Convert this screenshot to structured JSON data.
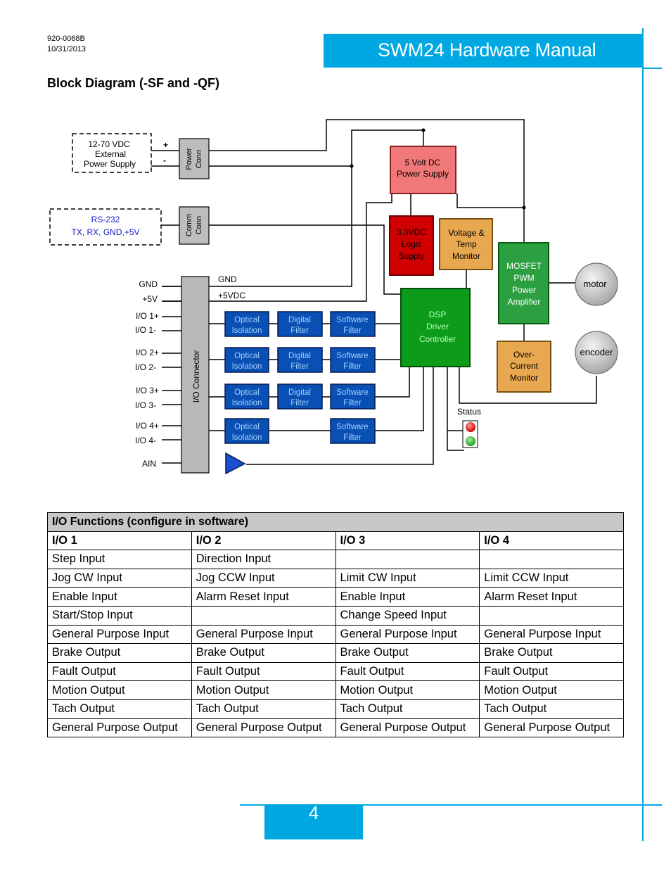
{
  "header": {
    "doc_number": "920-0068B",
    "doc_date": "10/31/2013",
    "title": "SWM24 Hardware Manual"
  },
  "section_title": "Block Diagram (-SF and -QF)",
  "colors": {
    "accent": "#00a8e1",
    "filter_blue": "#0a4fb4",
    "power_supply_red": "#f07878",
    "logic_supply_red": "#d40000",
    "monitor_orange": "#e8a850",
    "dsp_green": "#0c9c1a",
    "amplifier_green": "#2ca040",
    "connector_gray": "#b8b8b8"
  },
  "diagram": {
    "external_supply": {
      "line1": "12-70 VDC",
      "line2": "External",
      "line3": "Power Supply"
    },
    "plus_sign": "+",
    "minus_sign": "-",
    "power_conn": {
      "line1": "Power",
      "line2": "Conn"
    },
    "rs232": {
      "line1": "RS-232",
      "line2": "TX, RX, GND,+5V"
    },
    "comm_conn": {
      "line1": "Comm",
      "line2": "Conn"
    },
    "five_volt": {
      "line1": "5 Volt DC",
      "line2": "Power Supply"
    },
    "logic_supply": {
      "line1": "3.3VDC",
      "line2": "Logic",
      "line3": "Supply"
    },
    "voltage_temp": {
      "line1": "Voltage &",
      "line2": "Temp",
      "line3": "Monitor"
    },
    "mosfet": {
      "line1": "MOSFET",
      "line2": "PWM",
      "line3": "Power",
      "line4": "Amplifier"
    },
    "dsp": {
      "line1": "DSP",
      "line2": "Driver",
      "line3": "Controller"
    },
    "over_current": {
      "line1": "Over-",
      "line2": "Current",
      "line3": "Monitor"
    },
    "motor": "motor",
    "encoder": "encoder",
    "status": "Status",
    "io_connector": "I/O Connector",
    "pin_labels": [
      "GND",
      "+5V",
      "I/O 1+",
      "I/O 1-",
      "I/O 2+",
      "I/O 2-",
      "I/O 3+",
      "I/O 3-",
      "I/O 4+",
      "I/O 4-",
      "AIN"
    ],
    "gnd_line": "GND",
    "vdc_line": "+5VDC",
    "optical": {
      "line1": "Optical",
      "line2": "Isolation"
    },
    "digital": {
      "line1": "Digital",
      "line2": "Filter"
    },
    "software": {
      "line1": "Software",
      "line2": "Filter"
    }
  },
  "io_table": {
    "caption": "I/O Functions (configure in software)",
    "headers": [
      "I/O 1",
      "I/O 2",
      "I/O 3",
      "I/O 4"
    ],
    "rows": [
      [
        "Step Input",
        "Direction Input",
        "",
        ""
      ],
      [
        "Jog CW Input",
        "Jog CCW Input",
        "Limit CW Input",
        "Limit CCW Input"
      ],
      [
        "Enable Input",
        "Alarm Reset Input",
        "Enable Input",
        "Alarm Reset Input"
      ],
      [
        "Start/Stop Input",
        "",
        "Change Speed Input",
        ""
      ],
      [
        "General Purpose Input",
        "General Purpose Input",
        "General Purpose Input",
        "General Purpose Input"
      ],
      [
        "Brake Output",
        "Brake Output",
        "Brake Output",
        "Brake Output"
      ],
      [
        "Fault Output",
        "Fault Output",
        "Fault Output",
        "Fault Output"
      ],
      [
        "Motion Output",
        "Motion Output",
        "Motion Output",
        "Motion Output"
      ],
      [
        "Tach Output",
        "Tach Output",
        "Tach Output",
        "Tach Output"
      ],
      [
        "General Purpose Output",
        "General Purpose Output",
        "General Purpose Output",
        "General Purpose Output"
      ]
    ]
  },
  "page_number": "4"
}
